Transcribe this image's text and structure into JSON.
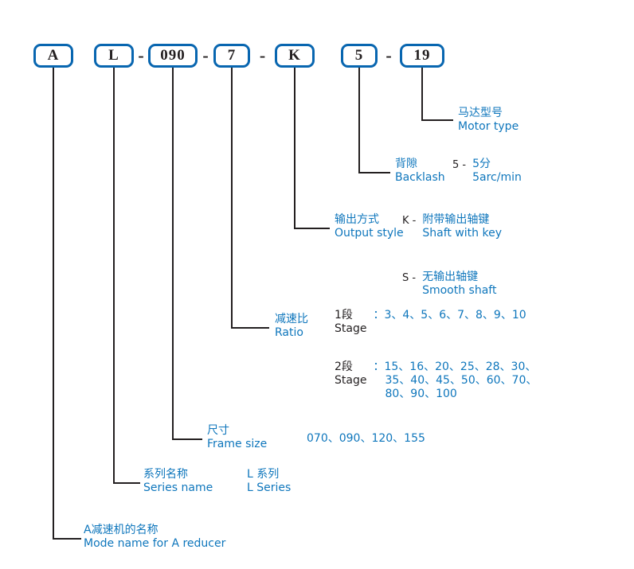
{
  "code": {
    "segments": [
      "A",
      "L",
      "090",
      "7",
      "K",
      "5",
      "19"
    ],
    "separator": "-"
  },
  "labels": {
    "motor_type": {
      "zh": "马达型号",
      "en": "Motor type"
    },
    "backlash": {
      "zh": "背隙",
      "en": "Backlash",
      "option_code": "5 -",
      "option_zh": "5分",
      "option_en": "5arc/min"
    },
    "output_style": {
      "zh": "输出方式",
      "en": "Output style",
      "option_k_code": "K -",
      "option_k_zh": "附带输出轴键",
      "option_k_en": "Shaft with key",
      "option_s_code": "S -",
      "option_s_zh": "无输出轴键",
      "option_s_en": "Smooth shaft"
    },
    "ratio": {
      "zh": "减速比",
      "en": "Ratio",
      "stage1_zh": "1段",
      "stage1_en": "Stage",
      "stage1_values": "：3、4、5、6、7、8、9、10",
      "stage2_zh": "2段",
      "stage2_en": "Stage",
      "stage2_values_line1": "：15、16、20、25、28、30、",
      "stage2_values_line2": "35、40、45、50、60、70、",
      "stage2_values_line3": "80、90、100"
    },
    "frame_size": {
      "zh": "尺寸",
      "en": "Frame size",
      "values": "070、090、120、155"
    },
    "series_name": {
      "zh": "系列名称",
      "en": "Series name",
      "value_zh": "L 系列",
      "value_en": "L Series"
    },
    "model_name": {
      "zh": "A减速机的名称",
      "en": "Mode name for A reducer"
    }
  },
  "colors": {
    "blue": "#0E76BC",
    "border": "#0866B0",
    "ink": "#231F20"
  }
}
